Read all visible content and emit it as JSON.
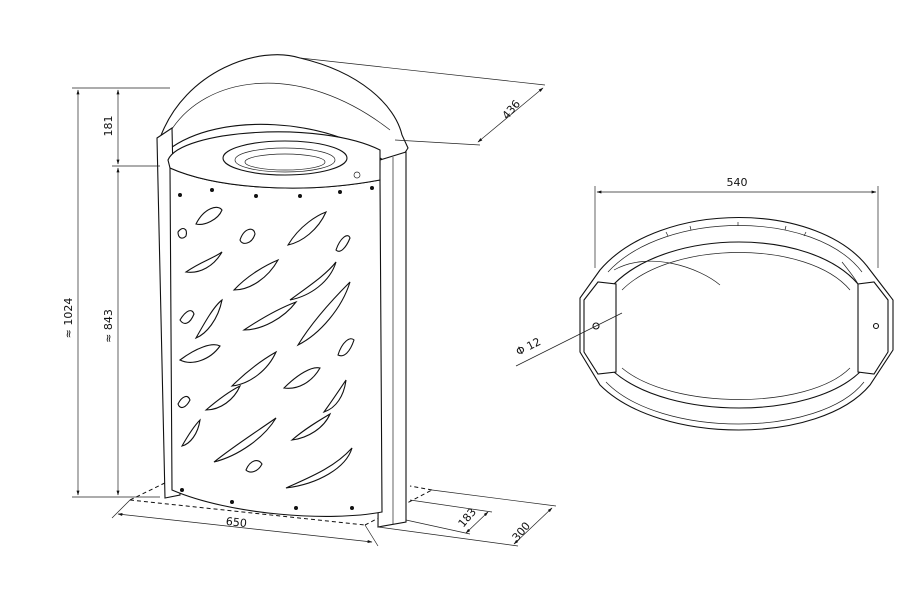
{
  "dimensions": {
    "total_height": "≈ 1024",
    "body_height": "≈ 843",
    "lid_height": "181",
    "width": "650",
    "lid_depth": "436",
    "depth_inner": "183",
    "depth_outer": "300",
    "top_width": "540",
    "hole_diameter": "Φ 12"
  },
  "colors": {
    "line": "#111111",
    "background": "#ffffff"
  }
}
